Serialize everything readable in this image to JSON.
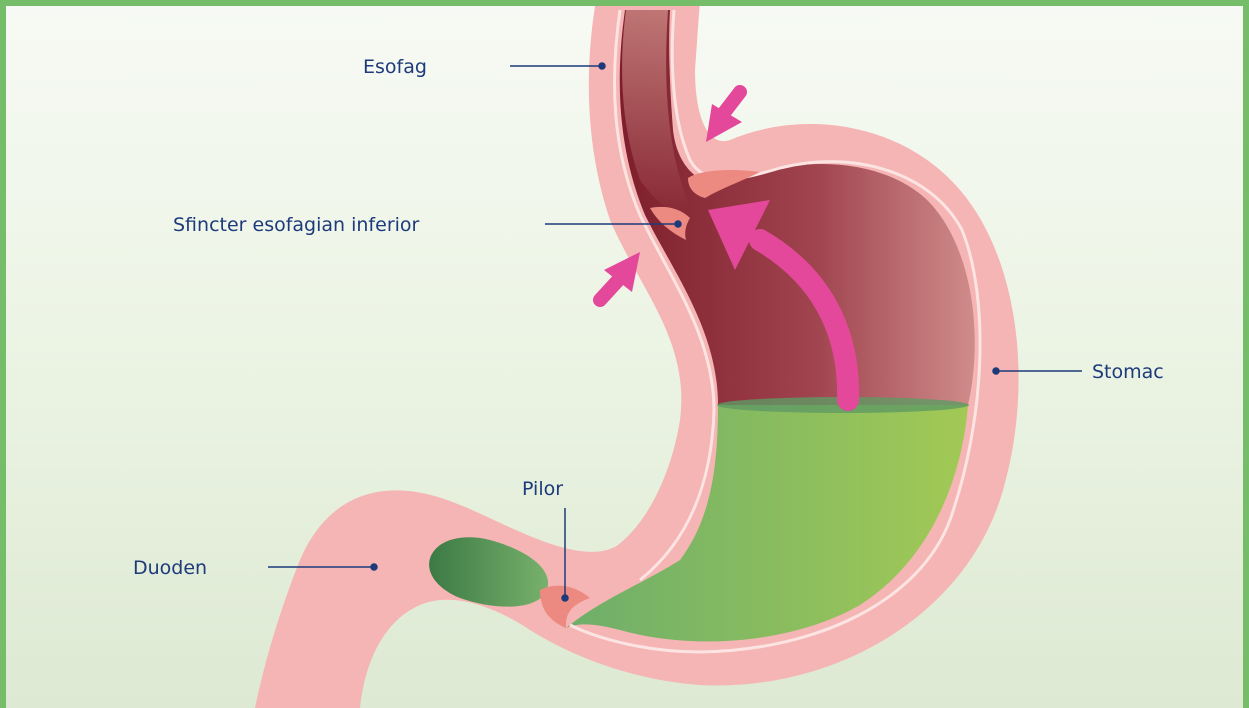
{
  "labels": {
    "esofag": "Esofag",
    "sfincter": "Sfincter esofagian inferior",
    "stomac": "Stomac",
    "pilor": "Pilor",
    "duoden": "Duoden"
  },
  "colors": {
    "frame": "#76bd69",
    "wall": "#f5b5b4",
    "wall_line": "#fbe4e2",
    "interior_dark": "#8b2c38",
    "interior_light": "#c98381",
    "gastric_juice": "#8fc35e",
    "sphincter": "#ec8a82",
    "arrows": "#e4489a",
    "leader_lines": "#1d3a7a"
  }
}
